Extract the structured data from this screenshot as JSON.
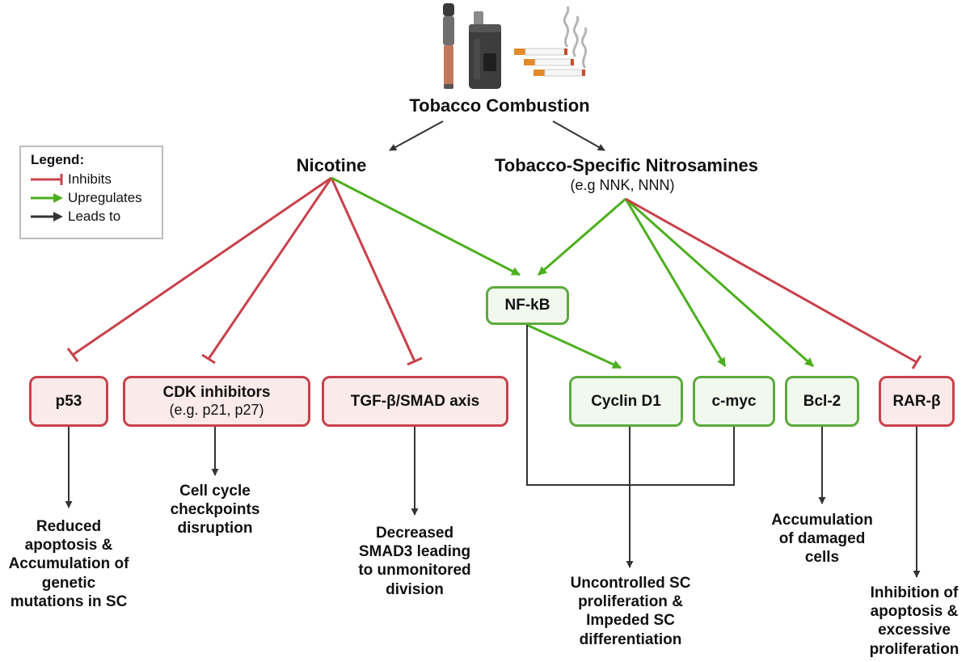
{
  "colors": {
    "inhibit": "#c8414b",
    "upregulate": "#4caf1e",
    "leads": "#333333"
  },
  "icons": [
    "vape-pen-icon",
    "vape-mod-icon",
    "cigarettes-icon"
  ],
  "nodes": {
    "combustion": "Tobacco Combustion",
    "nicotine": "Nicotine",
    "tsna": "Tobacco-Specific Nitrosamines",
    "tsna_sub": "(e.g NNK, NNN)",
    "nfkb": "NF-kB",
    "p53": "p53",
    "cdk": "CDK inhibitors",
    "cdk_sub": "(e.g. p21, p27)",
    "tgf": "TGF-β/SMAD axis",
    "cyclin": "Cyclin D1",
    "cmyc": "c-myc",
    "bcl2": "Bcl-2",
    "rarb": "RAR-β"
  },
  "outcomes": {
    "p53": [
      "Reduced",
      "apoptosis &",
      "Accumulation of",
      "genetic",
      "mutations in SC"
    ],
    "cdk": [
      "Cell cycle",
      "checkpoints",
      "disruption"
    ],
    "tgf": [
      "Decreased",
      "SMAD3 leading",
      "to unmonitored",
      "division"
    ],
    "cyclin": [
      "Uncontrolled SC",
      "proliferation &",
      "Impeded SC",
      "differentiation"
    ],
    "bcl2": [
      "Accumulation",
      "of damaged",
      "cells"
    ],
    "rarb": [
      "Inhibition of",
      "apoptosis &",
      "excessive",
      "proliferation"
    ]
  },
  "legend": {
    "title": "Legend:",
    "items": [
      {
        "type": "inhibit",
        "label": "Inhibits"
      },
      {
        "type": "upregulate",
        "label": "Upregulates"
      },
      {
        "type": "leads",
        "label": "Leads to"
      }
    ]
  },
  "edges": [
    {
      "from": "combustion",
      "to": "nicotine",
      "type": "leads"
    },
    {
      "from": "combustion",
      "to": "tsna",
      "type": "leads"
    },
    {
      "from": "nicotine",
      "to": "p53",
      "type": "inhibit"
    },
    {
      "from": "nicotine",
      "to": "cdk",
      "type": "inhibit"
    },
    {
      "from": "nicotine",
      "to": "tgf",
      "type": "inhibit"
    },
    {
      "from": "nicotine",
      "to": "nfkb",
      "type": "upregulate"
    },
    {
      "from": "tsna",
      "to": "nfkb",
      "type": "upregulate"
    },
    {
      "from": "tsna",
      "to": "cmyc",
      "type": "upregulate"
    },
    {
      "from": "tsna",
      "to": "bcl2",
      "type": "upregulate"
    },
    {
      "from": "tsna",
      "to": "rarb",
      "type": "inhibit"
    },
    {
      "from": "nfkb",
      "to": "cyclin",
      "type": "upregulate"
    },
    {
      "from": "p53",
      "to": "p53_outcome",
      "type": "leads"
    },
    {
      "from": "cdk",
      "to": "cdk_outcome",
      "type": "leads"
    },
    {
      "from": "tgf",
      "to": "tgf_outcome",
      "type": "leads"
    },
    {
      "from": "cyclin",
      "to": "cyclin_outcome",
      "type": "leads"
    },
    {
      "from": "bcl2",
      "to": "bcl2_outcome",
      "type": "leads"
    },
    {
      "from": "rarb",
      "to": "rarb_outcome",
      "type": "leads"
    }
  ]
}
